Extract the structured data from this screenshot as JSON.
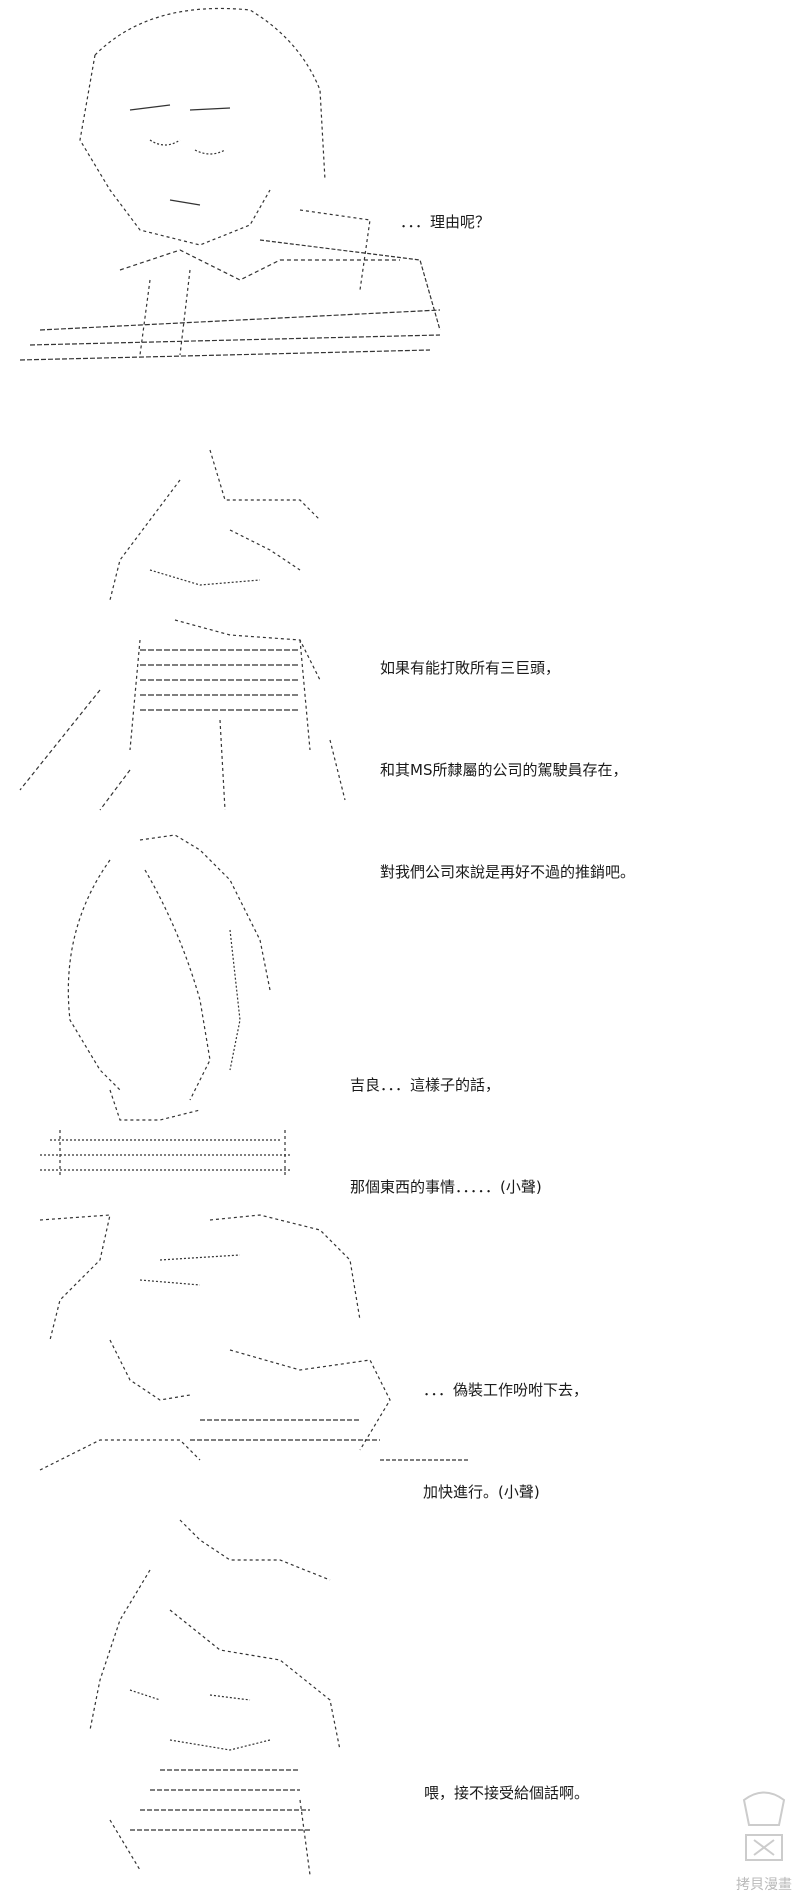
{
  "panels": [
    {
      "lines": [
        "．．．理由呢？"
      ]
    },
    {
      "lines": [
        "如果有能打敗所有三巨頭，",
        "和其MS所隸屬的公司的駕駛員存在，",
        "對我們公司來說是再好不過的推銷吧。"
      ]
    },
    {
      "lines": [
        "吉良．．．這樣子的話，",
        "那個東西的事情．．．．．(小聲)"
      ]
    },
    {
      "lines": [
        "．．．偽裝工作吩咐下去，",
        "加快進行。(小聲)"
      ]
    },
    {
      "lines": [
        "喂，接不接受給個話啊。"
      ]
    }
  ],
  "watermark": {
    "text": "拷貝漫畫"
  },
  "colors": {
    "ink": "#333333",
    "background": "#ffffff",
    "watermark": "#bbbbbb"
  }
}
